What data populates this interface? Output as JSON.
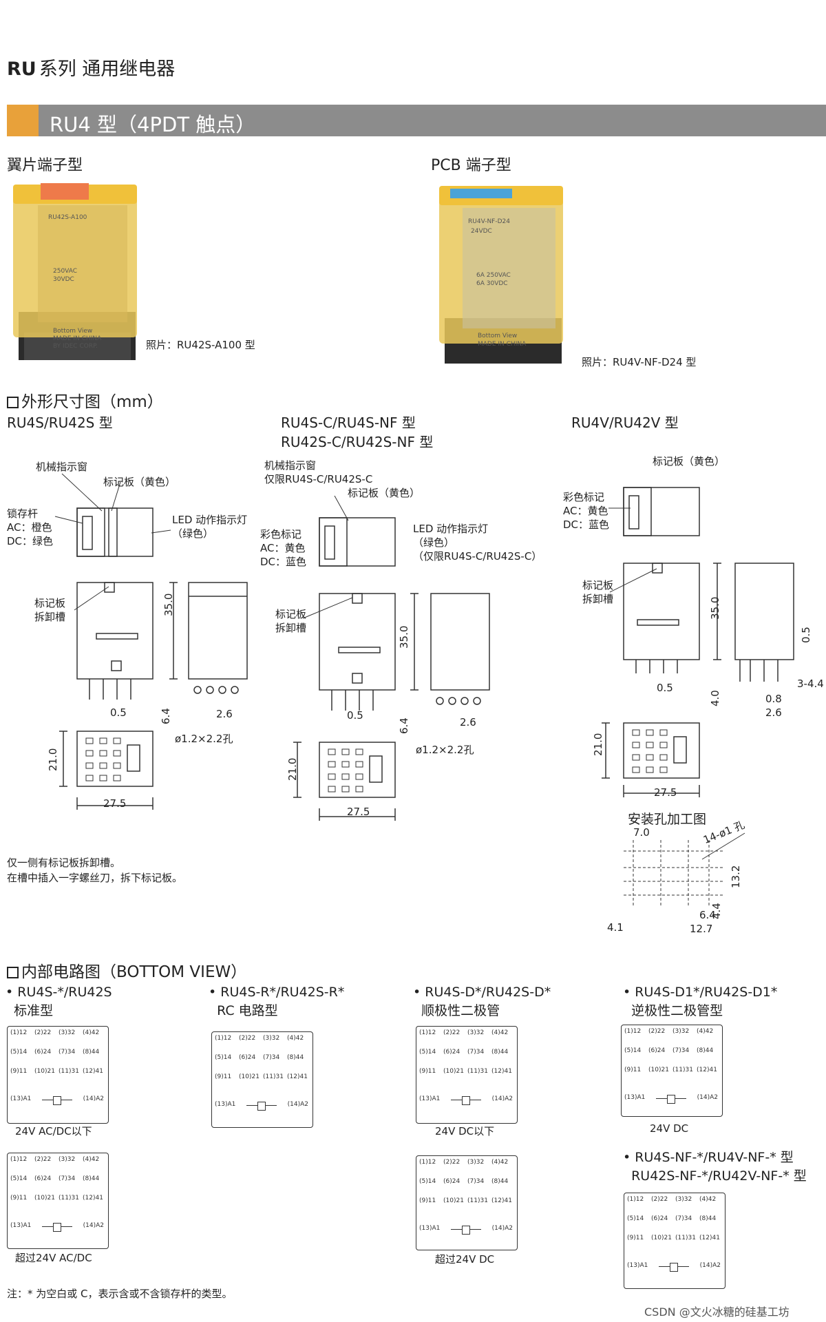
{
  "header": {
    "series_bold": "RU",
    "series_rest": "系列 通用继电器"
  },
  "banner": {
    "title": "RU4 型（4PDT 触点）"
  },
  "products": [
    {
      "type_label": "翼片端子型",
      "photo_caption": "照片：RU42S-A100 型",
      "photo_text": [
        "RU42S-A100",
        "250VAC",
        "30VDC",
        "Bottom View",
        "MADE IN CHINA",
        "BY IDEC CORP."
      ],
      "tab_color": "#e86a3a"
    },
    {
      "type_label": "PCB 端子型",
      "photo_caption": "照片：RU4V-NF-D24 型",
      "photo_text": [
        "RU4V-NF-D24",
        "24VDC",
        "6A 250VAC",
        "6A 30VDC",
        "Bottom View",
        "MADE IN CHINA"
      ],
      "tab_color": "#4aa3d8"
    }
  ],
  "dimensions": {
    "section_title": "外形尺寸图（mm）",
    "groups": [
      {
        "model": "RU4S/RU42S 型",
        "labels": {
          "mech_window": "机械指示窗",
          "marker": "标记板（黄色）",
          "lock_lever": "锁存杆\nAC：橙色\nDC：绿色",
          "led": "LED 动作指示灯\n（绿色）",
          "marker_slot": "标记板\n拆卸槽"
        },
        "dims": {
          "height": "35.0",
          "pin": "0.5",
          "pin_len": "6.4",
          "pitch": "2.6",
          "hole": "ø1.2×2.2孔",
          "depth": "21.0",
          "width": "27.5"
        }
      },
      {
        "model": "RU4S-C/RU4S-NF 型\nRU42S-C/RU42S-NF 型",
        "labels": {
          "mech_window": "机械指示窗\n仅限RU4S-C/RU42S-C",
          "marker": "标记板（黄色）",
          "color_mark": "彩色标记\nAC：黄色\nDC：蓝色",
          "led": "LED 动作指示灯\n（绿色）\n（仅限RU4S-C/RU42S-C）",
          "marker_slot": "标记板\n拆卸槽"
        },
        "dims": {
          "height": "35.0",
          "pin": "0.5",
          "pin_len": "6.4",
          "pitch": "2.6",
          "hole": "ø1.2×2.2孔",
          "depth": "21.0",
          "width": "27.5"
        }
      },
      {
        "model": "RU4V/RU42V 型",
        "labels": {
          "marker": "标记板（黄色）",
          "color_mark": "彩色标记\nAC：黄色\nDC：蓝色",
          "marker_slot": "标记板\n拆卸槽"
        },
        "dims": {
          "height": "35.0",
          "pin": "0.5",
          "pin_len": "4.0",
          "pin_w": "0.5",
          "pin_range": "3-4.4",
          "pitch_a": "0.8",
          "pitch_b": "2.6",
          "depth": "21.0",
          "width": "27.5"
        }
      }
    ],
    "mounting": {
      "title": "安装孔加工图",
      "d1": "7.0",
      "holes": "14-ø1 孔",
      "d2": "13.2",
      "d3": "4.4",
      "d4": "6.4",
      "d5": "4.1",
      "d6": "12.7"
    },
    "note": "仅一侧有标记板拆卸槽。\n在槽中插入一字螺丝刀，拆下标记板。"
  },
  "circuits": {
    "section_title": "内部电路图（BOTTOM VIEW）",
    "items": [
      {
        "title": "• RU4S-*/RU42S\n  标准型",
        "voltages": [
          "24V  AC/DC以下",
          "超过24V AC/DC"
        ]
      },
      {
        "title": "• RU4S-R*/RU42S-R*\n  RC 电路型",
        "voltages": []
      },
      {
        "title": "• RU4S-D*/RU42S-D*\n  顺极性二极管",
        "voltages": [
          "24V DC以下",
          "超过24V DC"
        ]
      },
      {
        "title": "• RU4S-D1*/RU42S-D1*\n  逆极性二极管型",
        "voltages": [
          "24V DC"
        ]
      },
      {
        "title": "• RU4S-NF-*/RU4V-NF-* 型\n  RU42S-NF-*/RU42V-NF-* 型",
        "voltages": []
      }
    ],
    "terminals": [
      "(1)12",
      "(2)22",
      "(3)32",
      "(4)42",
      "(5)14",
      "(6)24",
      "(7)34",
      "(8)44",
      "(9)11",
      "(10)21",
      "(11)31",
      "(12)41",
      "(13)A1",
      "(14)A2"
    ]
  },
  "footnote": "注：* 为空白或 C，表示含或不含锁存杆的类型。",
  "watermark": "CSDN @文火冰糖的硅基工坊"
}
